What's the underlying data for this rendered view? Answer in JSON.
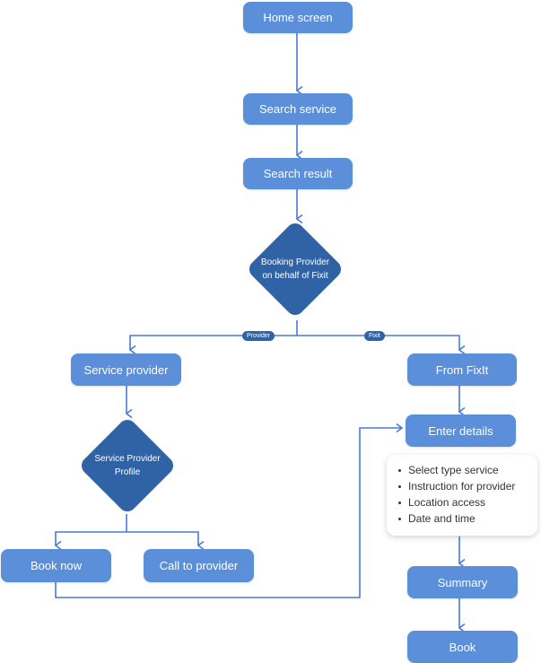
{
  "nodes": {
    "home_screen": "Home screen",
    "search_service": "Search service",
    "search_result": "Search result",
    "service_provider": "Service provider",
    "from_fixit": "From FixIt",
    "enter_details": "Enter details",
    "book_now": "Book now",
    "call_to_provider": "Call to provider",
    "summary": "Summary",
    "book": "Book"
  },
  "decisions": {
    "booking": [
      "Booking Provider",
      "on behalf of Fixit"
    ],
    "profile": [
      "Service Provider",
      "Profile"
    ]
  },
  "edge_labels": {
    "provider": "Provider",
    "fixit": "Fixit"
  },
  "details_list": [
    "Select type service",
    "Instruction for provider",
    "Location access",
    "Date and time"
  ],
  "colors": {
    "node": "#5b8fd9",
    "decision": "#2f63a6",
    "connector": "#4a7ad6"
  }
}
